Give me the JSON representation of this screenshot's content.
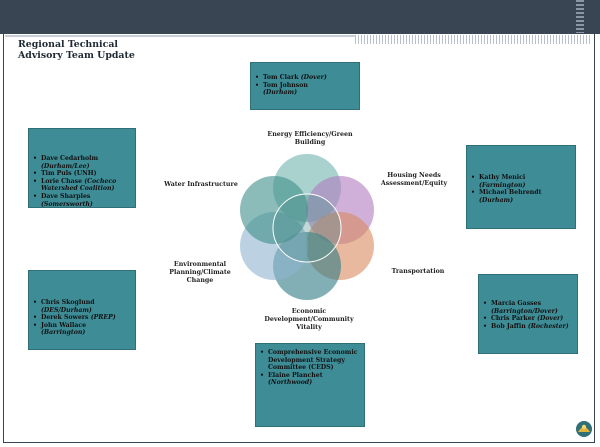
{
  "title": "Regional Technical Advisory Team Update",
  "title_line1": "Regional Technical",
  "title_line2": "Advisory Team Update",
  "top_box": {
    "item1_name": "Tom Clark",
    "item1_aff": "(Dover)",
    "item2_name": "Tom Johnson",
    "item2_aff": "(Durham)"
  },
  "left_box_1": {
    "item1_name": "Dave Cedarholm",
    "item1_aff": "(Durham/Lee)",
    "item2_name": "Tim Puls (UNH)",
    "item3_name": "Lorie Chase",
    "item3_aff": "(Cocheco Watershed Coalition)",
    "item4_name": "Dave Sharples",
    "item4_aff": "(Somersworth)"
  },
  "left_box_2": {
    "item1_name": "Chris Skoglund",
    "item1_aff": "(DES/Durham)",
    "item2_name": "Derek Sowers",
    "item2_aff": "(PREP)",
    "item3_name": "John Wallace",
    "item3_aff": "(Barrington)"
  },
  "right_box_1": {
    "item1_name": "Kathy Menici",
    "item1_aff": "(Farmington)",
    "item2_name": "Michael Behrendt",
    "item2_aff": "(Durham)"
  },
  "right_box_2": {
    "item1_name": "Marcia Gasses",
    "item1_aff": "(Barrington/Dover)",
    "item2_name": "Chris Parker",
    "item2_aff": "(Dover)",
    "item3_name": "Bob Jaffin",
    "item3_aff": "(Rochester)"
  },
  "bottom_box": {
    "item1_name": "Comprehensive Economic Development Strategy Committee (CEDS)",
    "item2_name": "Elaine Planchet",
    "item2_aff": "(Northwood)"
  },
  "labels": {
    "energy_line1": "Energy Efficiency/Green",
    "energy_line2": "Building",
    "housing_line1": "Housing Needs",
    "housing_line2": "Assessment/Equity",
    "water": "Water Infrastructure",
    "transportation": "Transportation",
    "environmental_line1": "Environmental",
    "environmental_line2": "Planning/Climate",
    "environmental_line3": "Change",
    "economic_line1": "Economic",
    "economic_line2": "Development/Community",
    "economic_line3": "Vitality"
  },
  "colors": {
    "header_bar": "#3a4554",
    "box_fill": "#3d8c96",
    "petal_energy": "#6fb3ae",
    "petal_housing": "#b07cc0",
    "petal_transport": "#d98a5e",
    "petal_economic": "#2e7a86",
    "petal_environmental": "#8fb4cf",
    "petal_water": "#3f8f8a"
  }
}
